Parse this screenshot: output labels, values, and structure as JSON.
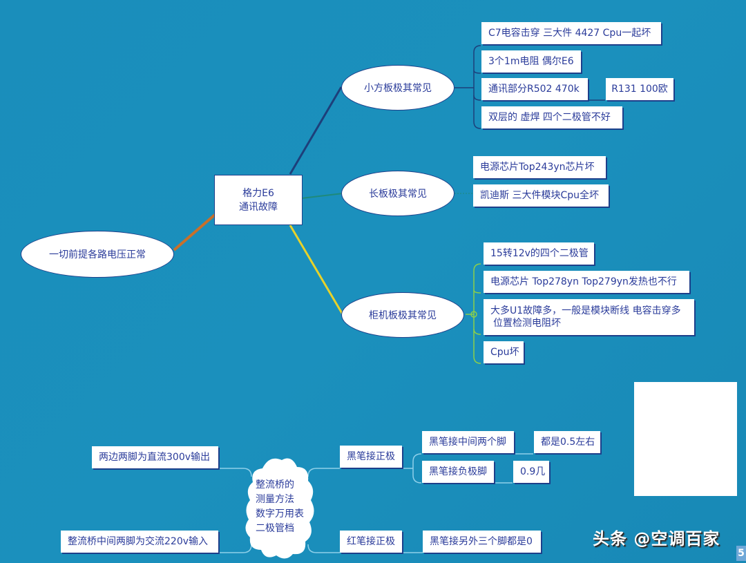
{
  "diagram": {
    "root": {
      "label": "一切前提各路电压正常"
    },
    "center": {
      "line1": "格力E6",
      "line2": "通讯故障"
    },
    "branches": [
      {
        "label": "小方板极其常见",
        "line_color": "#1d3f7a",
        "items": [
          {
            "text": "C7电容击穿 三大件 4427 Cpu一起坏"
          },
          {
            "text": "3个1m电阻 偶尔E6"
          },
          {
            "text": "通讯部分R502 470k",
            "sub": "R131 100欧"
          },
          {
            "text": "双层的 虚焊 四个二极管不好"
          }
        ]
      },
      {
        "label": "长板极其常见",
        "line_color": "#1f8a7a",
        "items": [
          {
            "text": "电源芯片Top243yn芯片坏"
          },
          {
            "text": "凯迪斯 三大件模块Cpu全坏"
          }
        ]
      },
      {
        "label": "柜机板极其常见",
        "line_color": "#e8d22a",
        "items": [
          {
            "text": "15转12v的四个二极管"
          },
          {
            "text": "电源芯片 Top278yn Top279yn发热也不行"
          },
          {
            "text": "大多U1故障多，一般是模块断线 电容击穿多",
            "text2": "位置检测电阻坏"
          },
          {
            "text": "Cpu坏"
          }
        ]
      }
    ],
    "root_line_color": "#c8702a"
  },
  "bridge": {
    "cloud": {
      "lines": [
        "整流桥的",
        "测量方法",
        "数字万用表",
        "二极管档"
      ]
    },
    "left": [
      {
        "text": "两边两脚为直流300v输出"
      },
      {
        "text": "整流桥中间两脚为交流220v输入"
      }
    ],
    "right": [
      {
        "label": "黑笔接正极",
        "children": [
          {
            "text": "黑笔接中间两个脚",
            "result": "都是0.5左右"
          },
          {
            "text": "黑笔接负极脚",
            "result": "0.9几"
          }
        ]
      },
      {
        "label": "红笔接正极",
        "children": [
          {
            "text": "黑笔接另外三个脚都是0"
          }
        ]
      }
    ]
  },
  "watermark": {
    "text": "头条 @空调百家"
  },
  "page_number": "5",
  "colors": {
    "background": "#1a8ebb",
    "node_text": "#2a3b9a",
    "node_border": "#1d3f8a"
  }
}
